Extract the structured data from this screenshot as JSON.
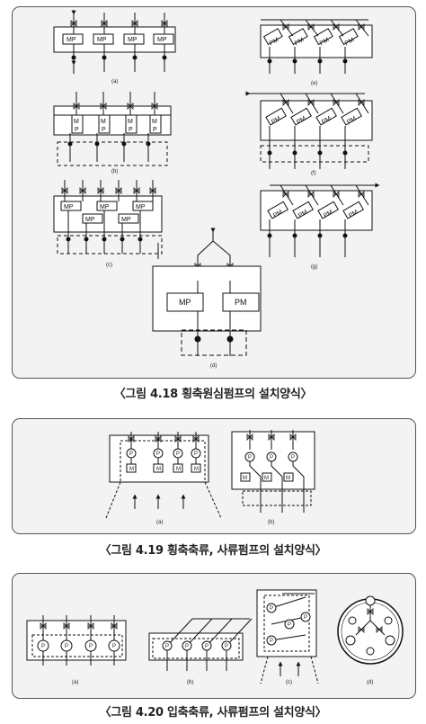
{
  "figures": [
    {
      "caption": "〈그림 4.18 횡축원심펌프의 설치양식〉",
      "sub_labels": [
        "(a)",
        "(b)",
        "(c)",
        "(d)",
        "(e)",
        "(f)",
        "(g)"
      ],
      "pump_label_a": "MP",
      "pump_label_b": "PM",
      "pump_label_b_stacked": [
        "M",
        "P"
      ]
    },
    {
      "caption": "〈그림 4.19 횡축축류, 사류펌프의 설치양식〉",
      "sub_labels": [
        "(a)",
        "(b)"
      ],
      "pump_symbol": "P",
      "motor_symbol": "M"
    },
    {
      "caption": "〈그림 4.20 입축축류, 사류펌프의 설치양식〉",
      "sub_labels": [
        "(a)",
        "(b)",
        "(c)",
        "(d)"
      ],
      "pump_symbol": "P"
    }
  ]
}
